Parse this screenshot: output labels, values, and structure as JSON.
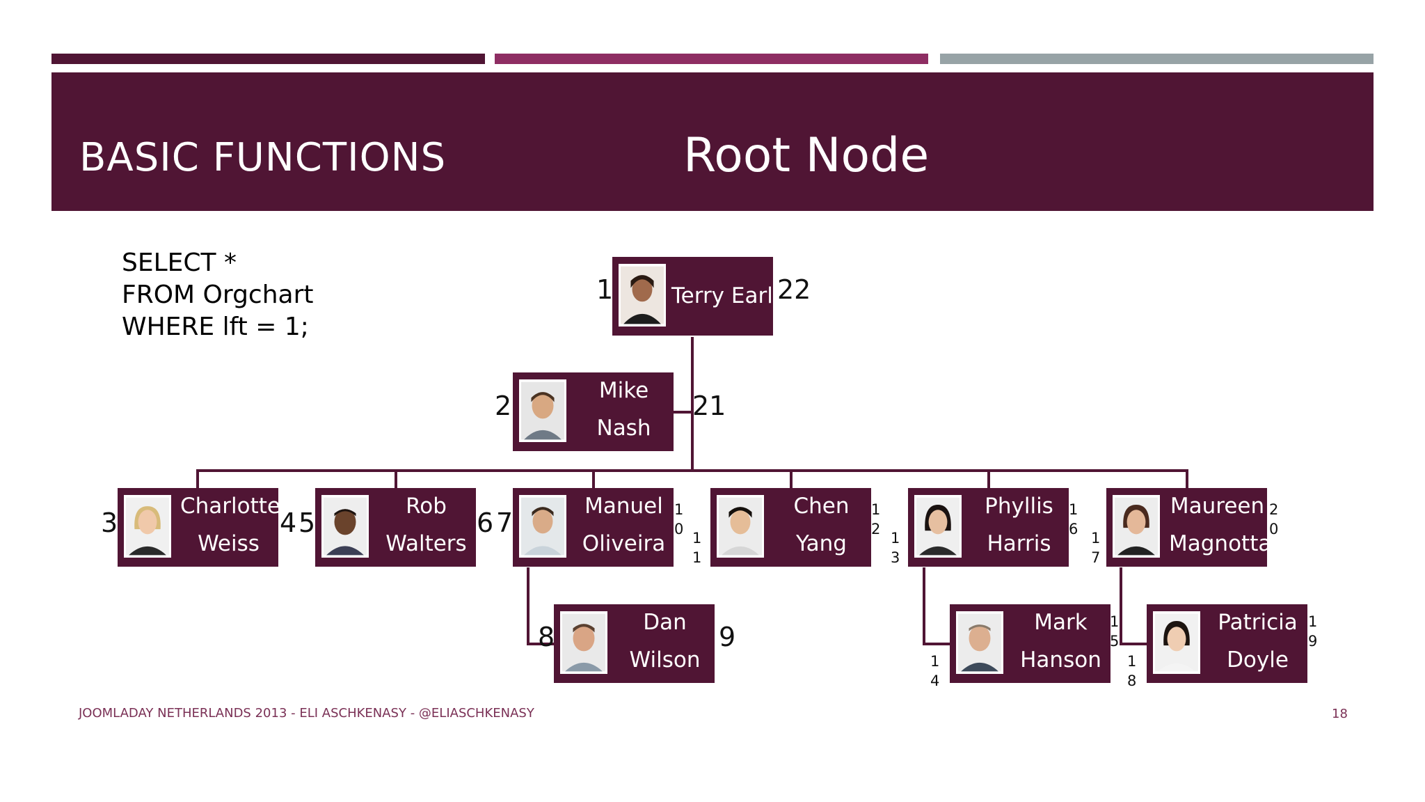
{
  "colors": {
    "accent_dark": "#501534",
    "accent_mid": "#8e2e63",
    "accent_gray": "#97a3a6"
  },
  "header": {
    "section": "BASIC FUNCTIONS",
    "title": "Root Node"
  },
  "query": {
    "line1": "SELECT *",
    "line2": "FROM Orgchart",
    "line3": "WHERE lft = 1;"
  },
  "nodes": {
    "terry": {
      "name": "Terry Earls",
      "lft": "1",
      "rgt": "22"
    },
    "mike": {
      "first": "Mike",
      "last": "Nash",
      "lft": "2",
      "rgt": "21"
    },
    "charlotte": {
      "first": "Charlotte",
      "last": "Weiss",
      "lft": "3",
      "rgt": "4"
    },
    "rob": {
      "first": "Rob",
      "last": "Walters",
      "lft": "5",
      "rgt": "6"
    },
    "manuel": {
      "first": "Manuel",
      "last": "Oliveira",
      "lft": "7",
      "rgt": "10"
    },
    "dan": {
      "first": "Dan",
      "last": "Wilson",
      "lft": "8",
      "rgt": "9"
    },
    "chen": {
      "first": "Chen",
      "last": "Yang",
      "lft": "11",
      "rgt": "12"
    },
    "phyllis": {
      "first": "Phyllis",
      "last": "Harris",
      "lft": "13",
      "rgt": "16"
    },
    "mark": {
      "first": "Mark",
      "last": "Hanson",
      "lft": "14",
      "rgt": "15"
    },
    "maureen": {
      "first": "Maureen",
      "last": "Magnotta",
      "lft": "17",
      "rgt": "20"
    },
    "patricia": {
      "first": "Patricia",
      "last": "Doyle",
      "lft": "18",
      "rgt": "19"
    }
  },
  "footer": {
    "text": "JOOMLADAY NETHERLANDS 2013 - ELI ASCHKENASY - @ELIASCHKENASY",
    "page": "18"
  }
}
